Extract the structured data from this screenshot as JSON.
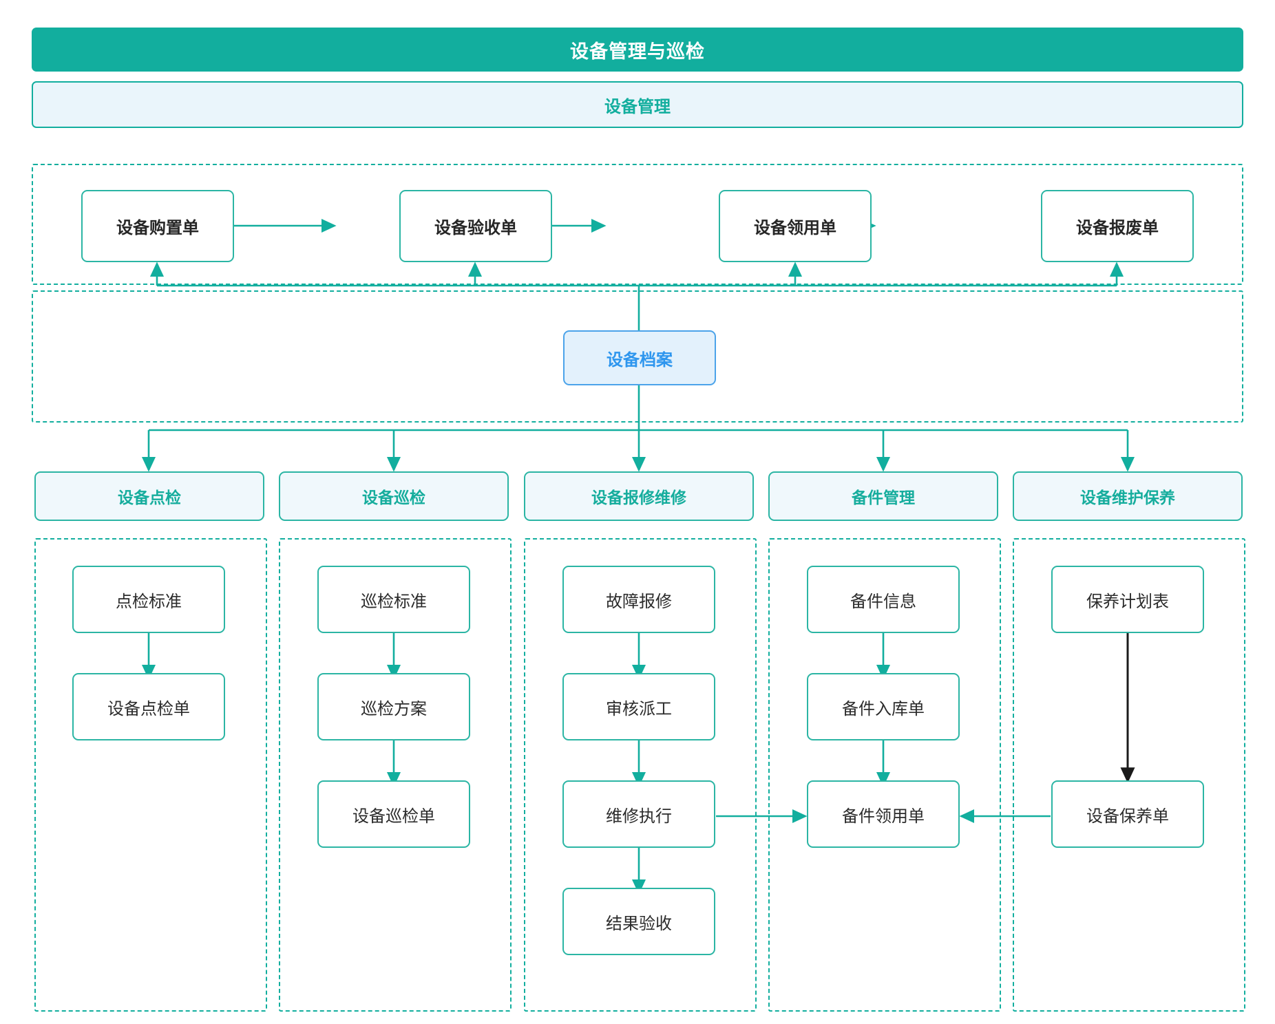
{
  "banner": {
    "title": "设备管理与巡检"
  },
  "section": {
    "title": "设备管理"
  },
  "lifecycle": {
    "nodes": [
      {
        "label": "设备购置单"
      },
      {
        "label": "设备验收单"
      },
      {
        "label": "设备领用单"
      },
      {
        "label": "设备报废单"
      }
    ]
  },
  "archive": {
    "label": "设备档案"
  },
  "categories": [
    {
      "label": "设备点检"
    },
    {
      "label": "设备巡检"
    },
    {
      "label": "设备报修维修"
    },
    {
      "label": "备件管理"
    },
    {
      "label": "设备维护保养"
    }
  ],
  "columns": [
    {
      "key": "dianjian",
      "nodes": [
        {
          "label": "点检标准"
        },
        {
          "label": "设备点检单"
        }
      ]
    },
    {
      "key": "xunjian",
      "nodes": [
        {
          "label": "巡检标准"
        },
        {
          "label": "巡检方案"
        },
        {
          "label": "设备巡检单"
        }
      ]
    },
    {
      "key": "baoxiu",
      "nodes": [
        {
          "label": "故障报修"
        },
        {
          "label": "审核派工"
        },
        {
          "label": "维修执行"
        },
        {
          "label": "结果验收"
        }
      ]
    },
    {
      "key": "beijian",
      "nodes": [
        {
          "label": "备件信息"
        },
        {
          "label": "备件入库单"
        },
        {
          "label": "备件领用单"
        }
      ]
    },
    {
      "key": "baoyang",
      "nodes": [
        {
          "label": "保养计划表"
        },
        {
          "label": "设备保养单"
        }
      ]
    }
  ],
  "colors": {
    "brand_teal": "#12AE9E",
    "node_border": "#2BB5A4",
    "archive_blue": "#2E96EE",
    "archive_fill": "#E3F1FC",
    "section_fill": "#EAF5FB",
    "cat_fill": "#F0F8FC",
    "text_dark": "#262626",
    "black_arrow": "#1a1a1a"
  }
}
